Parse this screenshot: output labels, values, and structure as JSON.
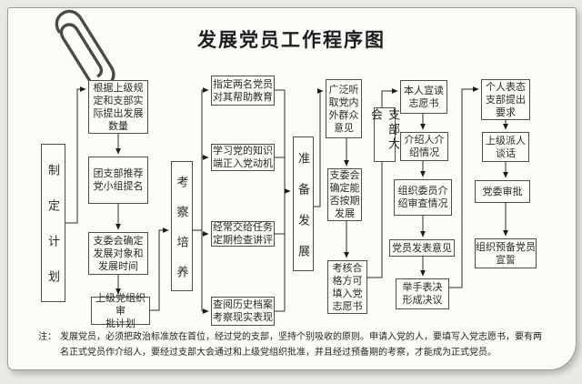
{
  "title": "发展党员工作程序图",
  "note": {
    "label": "注：",
    "text": "发展党员，必须把政治标准放在首位，经过党的支部，坚持个别吸收的原则。申请入党的人，要填写入党志愿书，要有两名正式党员作介绍人，要经过支部大会通过和上级党组织批准，并且经过预备期的考察，才能成为正式党员。"
  },
  "stages": {
    "plan": "制定计划",
    "cultivate": "考察培养",
    "prepare": "准备发展",
    "branch_meeting": "支部大会"
  },
  "nodes": {
    "plan_quantity": "根据上级规\n定和支部实\n际提出发展\n数量",
    "league_recommend": "团支部推荐\n党小组提名",
    "committee_targets": "支委会确定\n发展对象和\n发展时间",
    "approve_plan": "上级党组织审\n批计划",
    "assign_helpers": "指定两名党员\n对其帮助教育",
    "learn_knowledge": "学习党的知识\n端正入党动机",
    "assign_tasks": "经常交给任务\n定期检查讲评",
    "review_history": "查阅历史档案\n考察现实表现",
    "listen_opinions": "广泛听\n取党内\n外群众\n意见",
    "committee_schedule": "支委会\n确定能\n否按期\n发展",
    "fill_application": "考核合\n格方可\n填入党\n志愿书",
    "read_application": "本人宣读\n志愿书",
    "introducer_report": "介绍人介\n绍情况",
    "organizer_report": "组织委员介\n绍审查情况",
    "members_opinions": "党员发表意见",
    "vote_resolution": "举手表决\n形成决议",
    "personal_statement": "个人表态\n支部提出\n要求",
    "superior_talk": "上级派人\n谈话",
    "committee_approval": "党委审批",
    "oath_ceremony": "组织预备党员\n宣誓"
  }
}
